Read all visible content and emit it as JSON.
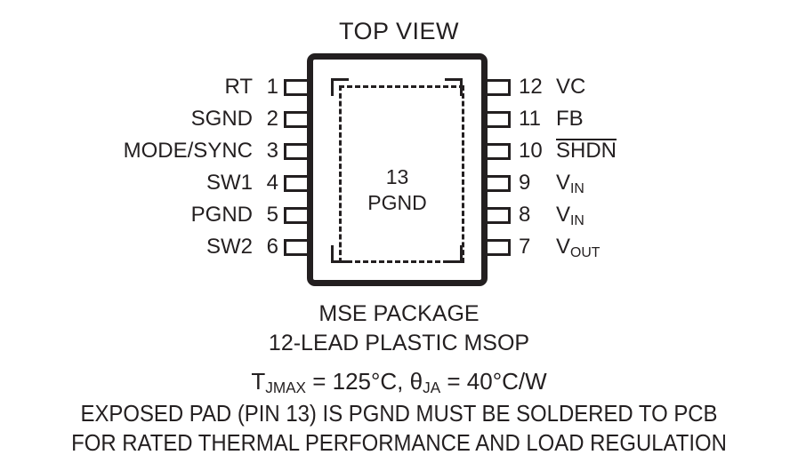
{
  "diagram": {
    "title": "TOP VIEW",
    "center_pad": {
      "pin_number": "13",
      "pin_name": "PGND"
    },
    "left_pins": [
      {
        "name": "RT",
        "number": "1"
      },
      {
        "name": "SGND",
        "number": "2"
      },
      {
        "name": "MODE/SYNC",
        "number": "3"
      },
      {
        "name": "SW1",
        "number": "4"
      },
      {
        "name": "PGND",
        "number": "5"
      },
      {
        "name": "SW2",
        "number": "6"
      }
    ],
    "right_pins": [
      {
        "number": "12",
        "name": "VC",
        "base": "VC",
        "sub": "",
        "overline": false
      },
      {
        "number": "11",
        "name": "FB",
        "base": "FB",
        "sub": "",
        "overline": false
      },
      {
        "number": "10",
        "name": "SHDN",
        "base": "SHDN",
        "sub": "",
        "overline": true
      },
      {
        "number": "9",
        "name": "VIN",
        "base": "V",
        "sub": "IN",
        "overline": false
      },
      {
        "number": "8",
        "name": "VIN",
        "base": "V",
        "sub": "IN",
        "overline": false
      },
      {
        "number": "7",
        "name": "VOUT",
        "base": "V",
        "sub": "OUT",
        "overline": false
      }
    ],
    "caption": {
      "package": "MSE PACKAGE",
      "lead_count": "12-LEAD PLASTIC MSOP",
      "thermal_tjmax_label": "T",
      "thermal_tjmax_sub": "JMAX",
      "thermal_tjmax_value": " = 125°C, ",
      "thermal_theta_label": "θ",
      "thermal_theta_sub": "JA",
      "thermal_theta_value": " = 40°C/W",
      "note_line1": "EXPOSED PAD (PIN 13) IS PGND MUST BE SOLDERED TO PCB",
      "note_line2": "FOR RATED THERMAL PERFORMANCE AND LOAD REGULATION"
    },
    "colors": {
      "ink": "#231f20",
      "background": "#ffffff"
    }
  }
}
